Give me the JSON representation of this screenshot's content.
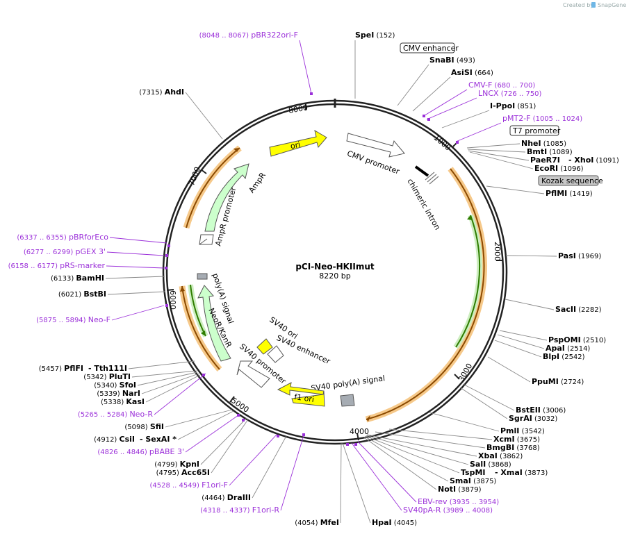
{
  "credit": "Created by",
  "brand": "SnapGene",
  "plasmid": {
    "name": "pCI-Neo-HKIImut",
    "size_label": "8220 bp",
    "length": 8220
  },
  "ticks": [
    "1000",
    "2000",
    "3000",
    "4000",
    "5000",
    "6000",
    "7000",
    "8000"
  ],
  "sites": [
    {
      "name": "SpeI",
      "pos": "(152)",
      "bp": 152
    },
    {
      "name": "SnaBI",
      "pos": "(493)",
      "bp": 493
    },
    {
      "name": "AsiSI",
      "pos": "(664)",
      "bp": 664
    },
    {
      "name": "I-PpoI",
      "pos": "(851)",
      "bp": 851
    },
    {
      "name": "NheI",
      "pos": "(1085)",
      "bp": 1085
    },
    {
      "name": "BmtI",
      "pos": "(1089)",
      "bp": 1089
    },
    {
      "name": "PaeR7I",
      "pos": "",
      "bp": 1091
    },
    {
      "name": "- XhoI",
      "pos": "(1091)",
      "bp": 1091
    },
    {
      "name": "EcoRI",
      "pos": "(1096)",
      "bp": 1096
    },
    {
      "name": "PflMI",
      "pos": "(1419)",
      "bp": 1419
    },
    {
      "name": "PasI",
      "pos": "(1969)",
      "bp": 1969
    },
    {
      "name": "SacII",
      "pos": "(2282)",
      "bp": 2282
    },
    {
      "name": "PspOMI",
      "pos": "(2510)",
      "bp": 2510
    },
    {
      "name": "ApaI",
      "pos": "(2514)",
      "bp": 2514
    },
    {
      "name": "BlpI",
      "pos": "(2542)",
      "bp": 2542
    },
    {
      "name": "PpuMI",
      "pos": "(2724)",
      "bp": 2724
    },
    {
      "name": "BstEII",
      "pos": "(3006)",
      "bp": 3006
    },
    {
      "name": "SgrAI",
      "pos": "(3032)",
      "bp": 3032
    },
    {
      "name": "PmlI",
      "pos": "(3542)",
      "bp": 3542
    },
    {
      "name": "XcmI",
      "pos": "(3675)",
      "bp": 3675
    },
    {
      "name": "BmgBI",
      "pos": "(3768)",
      "bp": 3768
    },
    {
      "name": "XbaI",
      "pos": "(3862)",
      "bp": 3862
    },
    {
      "name": "SalI",
      "pos": "(3868)",
      "bp": 3868
    },
    {
      "name": "TspMI",
      "pos": "",
      "bp": 3873
    },
    {
      "name": "- XmaI",
      "pos": "(3873)",
      "bp": 3873
    },
    {
      "name": "SmaI",
      "pos": "(3875)",
      "bp": 3875
    },
    {
      "name": "NotI",
      "pos": "(3879)",
      "bp": 3879
    },
    {
      "name": "HpaI",
      "pos": "(4045)",
      "bp": 4045
    },
    {
      "name": "MfeI",
      "pos": "(4054)",
      "bp": 4054
    },
    {
      "name": "DraIII",
      "pos": "(4464)",
      "bp": 4464
    },
    {
      "name": "Acc65I",
      "pos": "(4795)",
      "bp": 4795
    },
    {
      "name": "KpnI",
      "pos": "(4799)",
      "bp": 4799
    },
    {
      "name": "CsiI",
      "pos": "(4912)",
      "bp": 4912
    },
    {
      "name": "- SexAI *",
      "pos": "",
      "bp": 4912
    },
    {
      "name": "SfiI",
      "pos": "(5098)",
      "bp": 5098
    },
    {
      "name": "KasI",
      "pos": "(5338)",
      "bp": 5338
    },
    {
      "name": "NarI",
      "pos": "(5339)",
      "bp": 5339
    },
    {
      "name": "SfoI",
      "pos": "(5340)",
      "bp": 5340
    },
    {
      "name": "PluTI",
      "pos": "(5342)",
      "bp": 5342
    },
    {
      "name": "PflFI",
      "pos": "(5457)",
      "bp": 5457
    },
    {
      "name": "- Tth111I",
      "pos": "",
      "bp": 5457
    },
    {
      "name": "BstBI",
      "pos": "(6021)",
      "bp": 6021
    },
    {
      "name": "BamHI",
      "pos": "(6133)",
      "bp": 6133
    },
    {
      "name": "AhdI",
      "pos": "(7315)",
      "bp": 7315
    }
  ],
  "primers": [
    {
      "name": "pBR322ori-F",
      "pos": "(8048 .. 8067)"
    },
    {
      "name": "CMV-F",
      "pos": "(680 .. 700)"
    },
    {
      "name": "LNCX",
      "pos": "(726 .. 750)"
    },
    {
      "name": "pMT2-F",
      "pos": "(1005 .. 1024)"
    },
    {
      "name": "pBRforEco",
      "pos": "(6337 .. 6355)"
    },
    {
      "name": "pGEX 3'",
      "pos": "(6277 .. 6299)"
    },
    {
      "name": "pRS-marker",
      "pos": "(6158 .. 6177)"
    },
    {
      "name": "Neo-F",
      "pos": "(5875 .. 5894)"
    },
    {
      "name": "Neo-R",
      "pos": "(5265 .. 5284)"
    },
    {
      "name": "pBABE 3'",
      "pos": "(4826 .. 4846)"
    },
    {
      "name": "F1ori-F",
      "pos": "(4528 .. 4549)"
    },
    {
      "name": "F1ori-R",
      "pos": "(4318 .. 4337)"
    },
    {
      "name": "EBV-rev",
      "pos": "(3935 .. 3954)"
    },
    {
      "name": "SV40pA-R",
      "pos": "(3989 .. 4008)"
    }
  ],
  "boxed_features": [
    {
      "name": "CMV enhancer",
      "style": "outline"
    },
    {
      "name": "T7 promoter",
      "style": "outline"
    },
    {
      "name": "Kozak sequence",
      "style": "filled"
    }
  ],
  "features": [
    {
      "name": "ori",
      "color": "#ffff00"
    },
    {
      "name": "CMV promoter",
      "color": "#ffffff"
    },
    {
      "name": "chimeric intron",
      "color": "#ffffff"
    },
    {
      "name": "AmpR",
      "color": "#ccffcc"
    },
    {
      "name": "AmpR promoter",
      "color": "#ffffff"
    },
    {
      "name": "poly(A) signal",
      "color": "#a6acb3"
    },
    {
      "name": "NeoR/KanR",
      "color": "#ccffcc"
    },
    {
      "name": "SV40 ori",
      "color": "#ffff00"
    },
    {
      "name": "SV40 enhancer",
      "color": "#ffffff"
    },
    {
      "name": "SV40 promoter",
      "color": "#ffffff"
    },
    {
      "name": "SV40 poly(A) signal",
      "color": "#a6acb3"
    },
    {
      "name": "f1 ori",
      "color": "#ffff00"
    }
  ],
  "colors": {
    "primer": "#9b30d9",
    "orf": "#f0a030",
    "orf_line": "#8b4a00",
    "green": "#2e7d00",
    "backbone": "#222222"
  }
}
